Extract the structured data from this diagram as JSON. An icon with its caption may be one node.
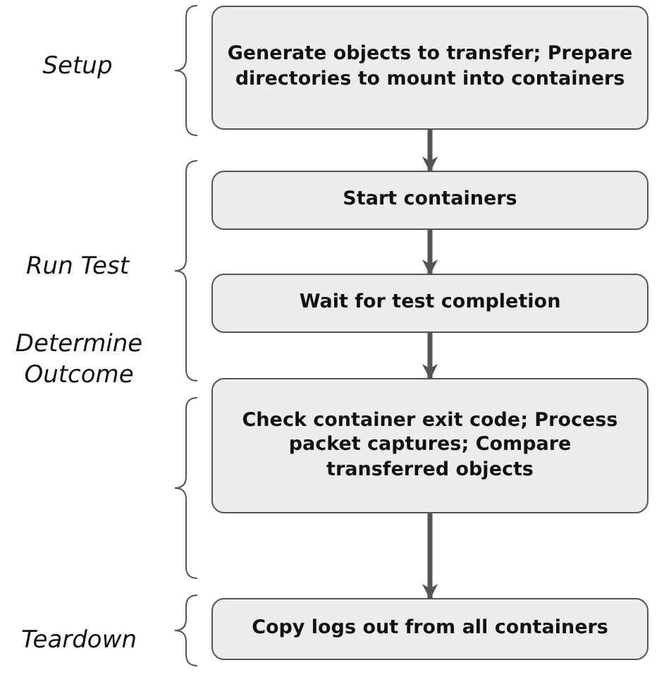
{
  "diagram": {
    "nodes": [
      {
        "text": [
          "Generate objects to transfer; Prepare directories to mount into containers"
        ]
      },
      {
        "text": [
          "Start containers"
        ]
      },
      {
        "text": [
          "Wait for test completion"
        ]
      },
      {
        "text": [
          "Check container exit code; Process packet captures; Compare transferred objects"
        ]
      },
      {
        "text": [
          "Copy logs out from all containers"
        ]
      }
    ],
    "edges": [
      {
        "from": 0,
        "to": 1,
        "arrow": "to"
      },
      {
        "from": 1,
        "to": 2,
        "arrow": "to"
      },
      {
        "from": 2,
        "to": 3,
        "arrow": "to"
      },
      {
        "from": 3,
        "to": 4,
        "arrow": "to"
      }
    ],
    "labels": [
      "Setup",
      "Run Test",
      "Determine Outcome",
      "Teardown"
    ]
  }
}
